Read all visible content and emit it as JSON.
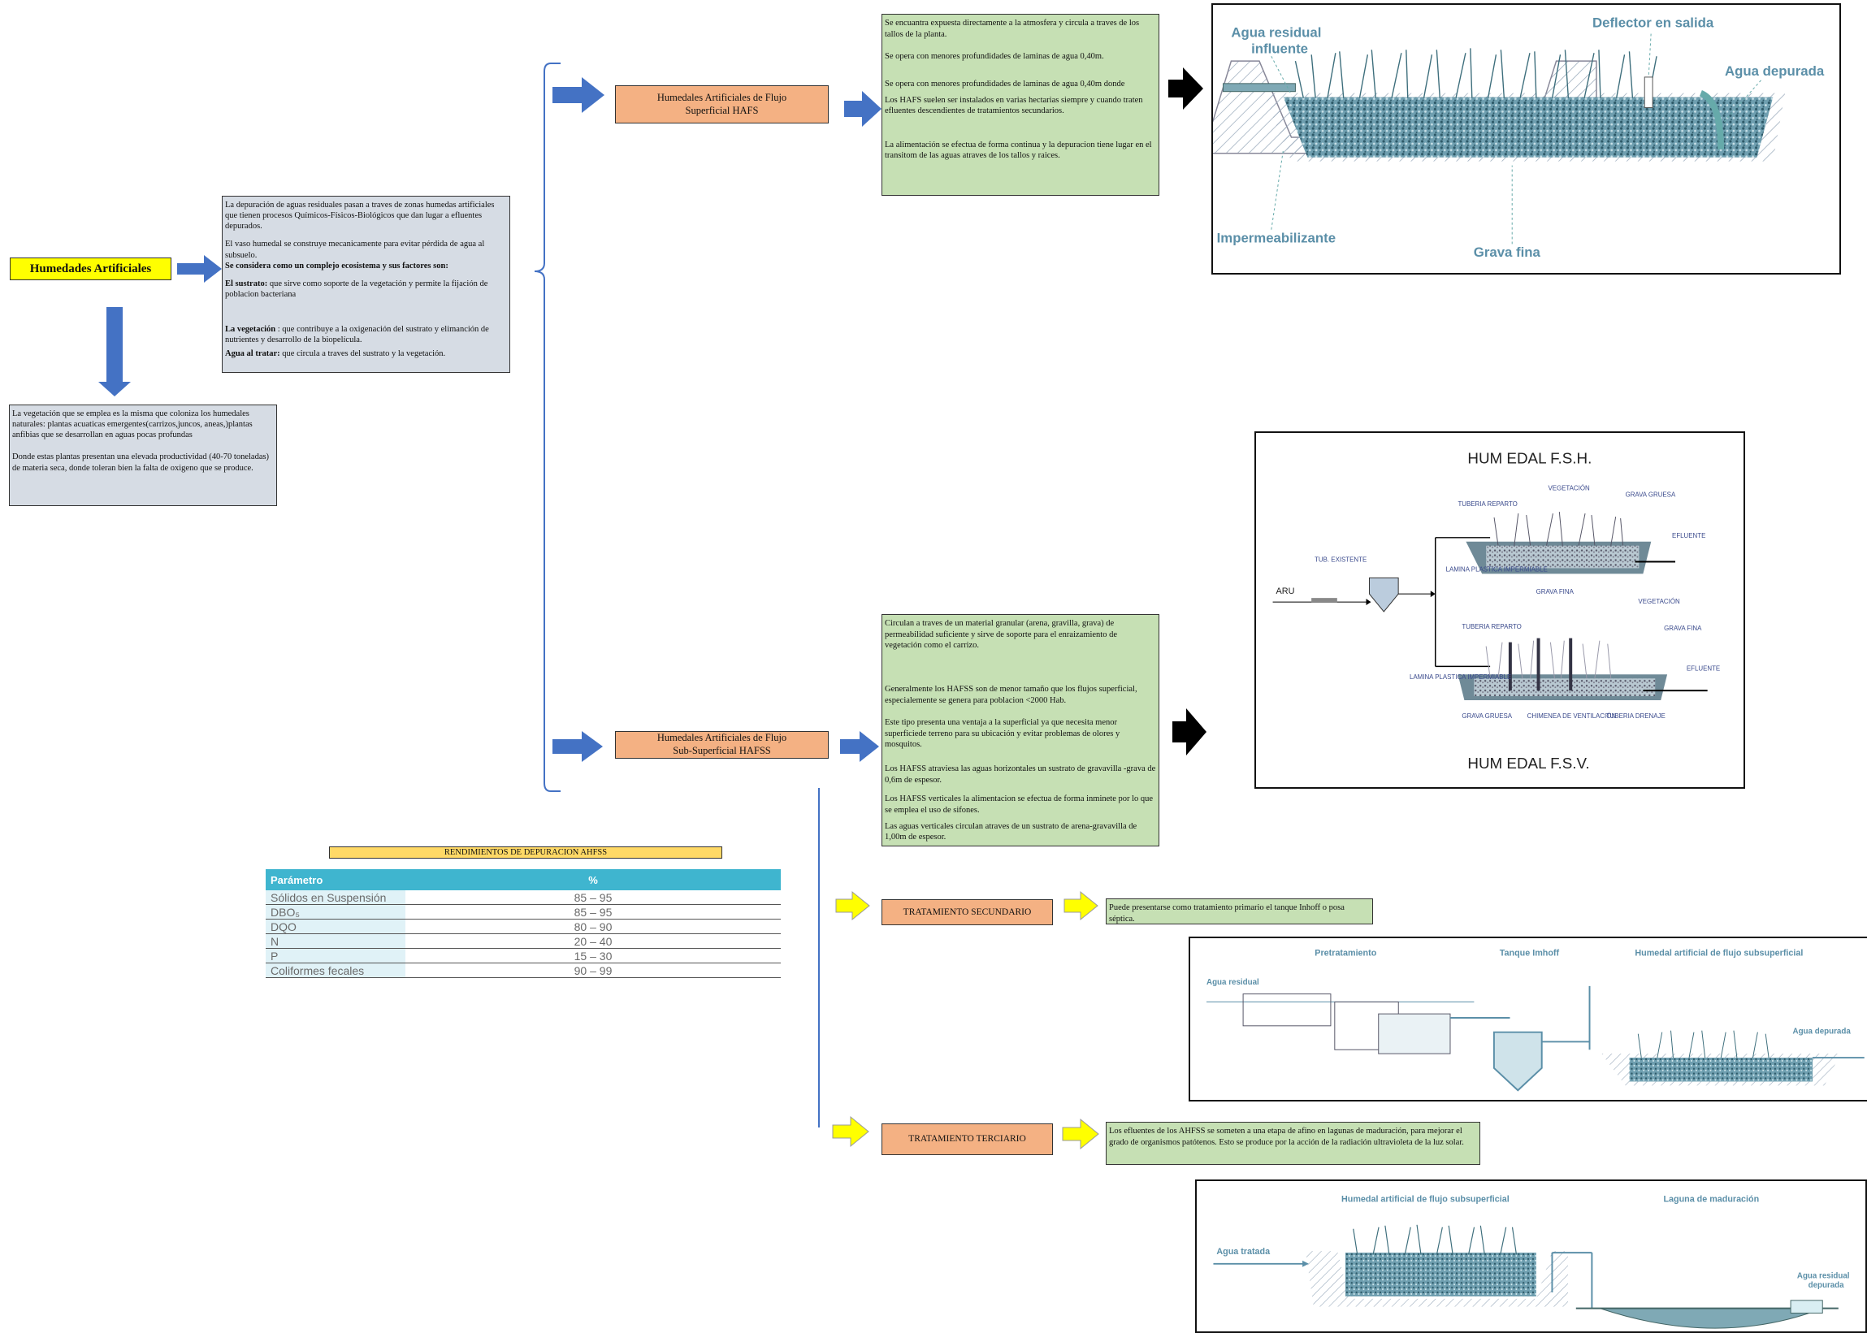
{
  "root": {
    "title": "Humedades  Artificiales"
  },
  "intro": {
    "p1": "La depuración de aguas residuales pasan a traves de zonas humedas artificiales que tienen procesos Químicos-Físicos-Biológicos que dan lugar a efluentes depurados.",
    "p2": "El vaso humedal se construye mecanicamente para evitar pérdida de agua al subsuelo.",
    "p3": "Se considera como un complejo ecosistema  y sus factores son:",
    "sustrato_bold": "El sustrato:",
    "sustrato_text": " que sirve como soporte de la vegetación y permite la fijación de poblacion bacteriana",
    "vegetacion_bold": "La vegetación",
    "vegetacion_text": " : que contribuye a la oxigenación del sustrato y elimanción de nutrientes y desarrollo de la biopelícula.",
    "agua_bold": "Agua al tratar:",
    "agua_text": " que circula a traves del sustrato y la vegetación."
  },
  "vegetation_box": {
    "p1": "La vegetación que se emplea es la misma que coloniza los humedales naturales: plantas acuaticas emergentes(carrizos,juncos, aneas,)plantas anfibias que se desarrollan en aguas pocas profundas",
    "p2": "Donde estas plantas presentan una elevada productividad (40-70 toneladas) de materia seca, donde toleran bien la falta de oxigeno que se produce."
  },
  "hafs": {
    "label": "Humedales Artificiales de Flujo\nSuperficial HAFS",
    "notes": [
      "Se encuantra expuesta directamente a la atmosfera y circula a traves de los tallos de la planta.",
      "Se opera con menores profundidades de laminas de agua 0,40m.",
      "Se opera con menores profundidades de laminas de agua 0,40m donde",
      "Los HAFS suelen ser instalados en varias hectarias siempre y cuando traten efluentes descendientes de tratamientos secundarios.",
      "La alimentación se efectua de forma continua y la depuracion tiene lugar en el transitom de las aguas atraves de los tallos y raices."
    ],
    "figure_labels": {
      "agua_residual": "Agua residual",
      "influente": "influente",
      "deflector": "Deflector en salida",
      "agua_depurada": "Agua depurada",
      "impermeabilizante": "Impermeabilizante",
      "grava_fina": "Grava fina"
    }
  },
  "hafss": {
    "label": "Humedales Artificiales de Flujo\nSub-Superficial HAFSS",
    "notes": [
      "Circulan a traves de un material granular (arena, gravilla, grava) de permeabilidad suficiente y sirve de soporte para el enraizamiento de vegetación como el carrizo.",
      "Generalmente los HAFSS son de menor tamaño que los flujos superficial, especialemente se genera para poblacion <2000 Hab.",
      "Este tipo presenta una ventaja a la superficial ya que necesita menor superficiede terreno para su ubicación y evitar problemas de olores y mosquitos.",
      "Los HAFSS atraviesa las aguas horizontales un sustrato de gravavilla -grava de 0,6m de espesor.",
      "Los HAFSS verticales la alimentacion se efectua de forma inminete por lo que se emplea el uso de sifones.",
      "Las aguas verticales circulan atraves de  un sustrato de arena-gravavilla de 1,00m de espesor."
    ],
    "figure_labels": {
      "title_top": "HUM EDAL F.S.H.",
      "title_bottom": "HUM EDAL F.S.V.",
      "aru": "ARU",
      "tub_existente": "TUB. EXISTENTE",
      "vegetacion": "VEGETACIÓN",
      "grava_gruesa": "GRAVA GRUESA",
      "tuberia_reparto": "TUBERIA REPARTO",
      "efluente": "EFLUENTE",
      "lamina": "LAMINA PLASTICA IMPERMIABLE",
      "grava_fina": "GRAVA FINA",
      "chimenea": "CHIMENEA DE VENTILACIÓN",
      "tuberia_drenaje": "TUBERIA DRENAJE"
    }
  },
  "secundario": {
    "label": "TRATAMIENTO SECUNDARIO",
    "note": "Puede presentarse como tratamiento primario el tanque Inhoff o posa séptica.",
    "figure_labels": {
      "pretratamiento": "Pretratamiento",
      "tanque": "Tanque Imhoff",
      "humedal": "Humedal artificial de flujo subsuperficial",
      "agua_residual": "Agua residual",
      "agua_depurada": "Agua depurada"
    }
  },
  "terciario": {
    "label": "TRATAMIENTO TERCIARIO",
    "note": "Los efluentes de los AHFSS se someten a una etapa de afino en lagunas de maduración, para mejorar el grado de organismos patótenos. Esto se produce por la acción de la radiación ultravioleta de la luz solar.",
    "figure_labels": {
      "humedal": "Humedal artificial de flujo subsuperficial",
      "laguna": "Laguna de maduración",
      "agua_tratada": "Agua tratada",
      "agua_residual": "Agua residual",
      "depurada": "depurada"
    }
  },
  "rendimientos": {
    "title": "RENDIMIENTOS DE DEPURACION AHFSS",
    "headers": [
      "Parámetro",
      "%"
    ],
    "rows": [
      [
        "Sólidos en Suspensión",
        "85 – 95"
      ],
      [
        "DBO₅",
        "85 – 95"
      ],
      [
        "DQO",
        "80 – 90"
      ],
      [
        "N",
        "20 – 40"
      ],
      [
        "P",
        "15 – 30"
      ],
      [
        "Coliformes fecales",
        "90 – 99"
      ]
    ]
  },
  "colors": {
    "blue_arrow": "#4472c4",
    "yellow_arrow": "#ffff00",
    "black_arrow": "#000000",
    "grey_box": "#d6dce4",
    "green_box": "#c6e0b4",
    "orange_box": "#f4b183",
    "table_header": "#3fb5cf"
  }
}
